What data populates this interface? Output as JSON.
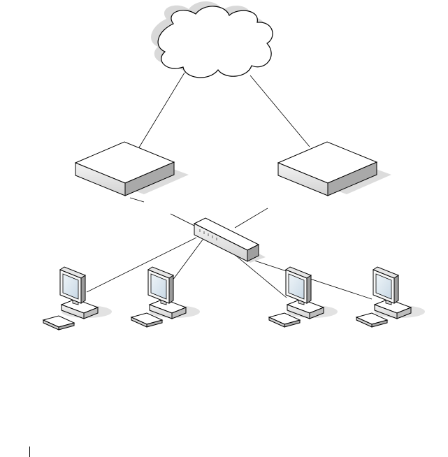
{
  "diagram": {
    "nodes": [
      {
        "id": "cloud",
        "kind": "network-cloud"
      },
      {
        "id": "device-left",
        "kind": "rack-device"
      },
      {
        "id": "device-right",
        "kind": "rack-device"
      },
      {
        "id": "hub",
        "kind": "switch"
      },
      {
        "id": "pc-1",
        "kind": "workstation"
      },
      {
        "id": "pc-2",
        "kind": "workstation"
      },
      {
        "id": "pc-3",
        "kind": "workstation"
      },
      {
        "id": "pc-4",
        "kind": "workstation"
      }
    ],
    "links": [
      {
        "from": "cloud",
        "to": "device-left"
      },
      {
        "from": "cloud",
        "to": "device-right"
      },
      {
        "from": "device-left",
        "to": "hub"
      },
      {
        "from": "device-right",
        "to": "hub"
      },
      {
        "from": "hub",
        "to": "pc-1"
      },
      {
        "from": "hub",
        "to": "pc-2"
      },
      {
        "from": "hub",
        "to": "pc-3"
      },
      {
        "from": "hub",
        "to": "pc-4"
      }
    ],
    "colors": {
      "line": "#000000",
      "fill": "#ffffff",
      "shadow": "#d9d9d9",
      "screen": "#dce8f0"
    },
    "icons": [
      "cloud-icon",
      "router-icon",
      "switch-icon",
      "computer-icon",
      "keyboard-icon"
    ]
  }
}
